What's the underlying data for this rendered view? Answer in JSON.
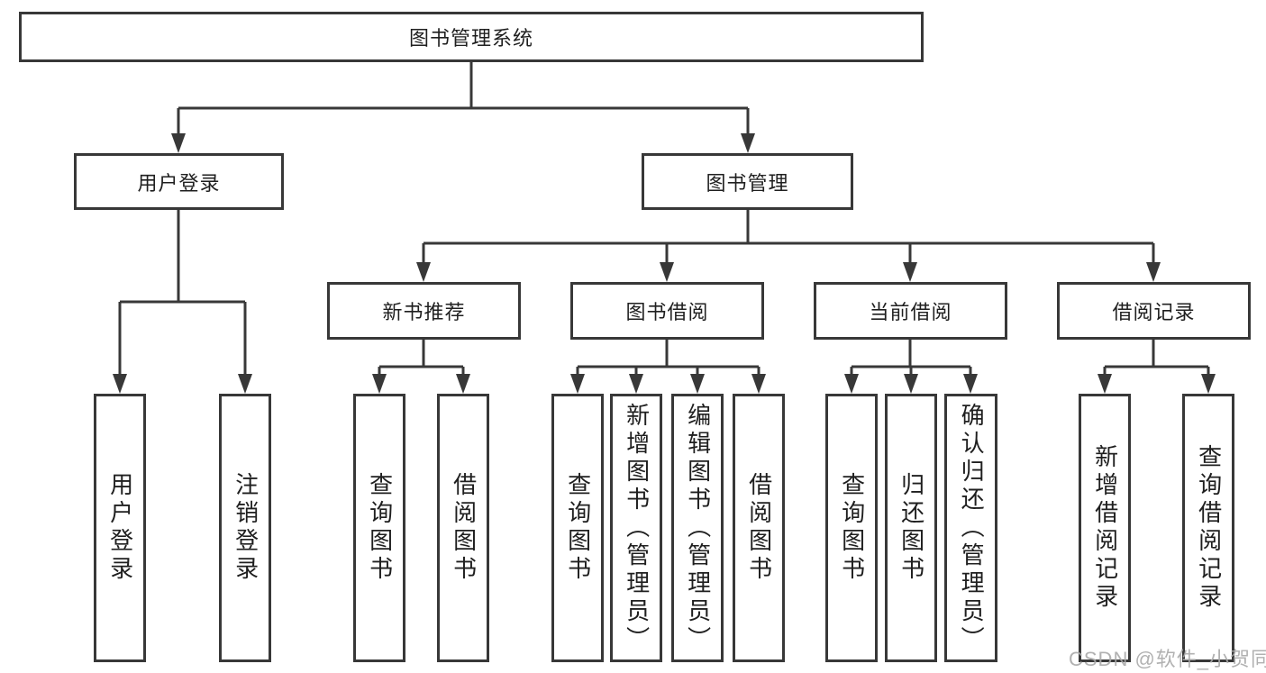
{
  "diagram": {
    "root": {
      "label": "图书管理系统"
    },
    "login": {
      "label": "用户登录",
      "children": [
        {
          "label": "用户登录"
        },
        {
          "label": "注销登录"
        }
      ]
    },
    "management": {
      "label": "图书管理",
      "children": [
        {
          "label": "新书推荐",
          "children": [
            {
              "label": "查询图书"
            },
            {
              "label": "借阅图书"
            }
          ]
        },
        {
          "label": "图书借阅",
          "children": [
            {
              "label": "查询图书"
            },
            {
              "label": "新增图书（管理员）"
            },
            {
              "label": "编辑图书（管理员）"
            },
            {
              "label": "借阅图书"
            }
          ]
        },
        {
          "label": "当前借阅",
          "children": [
            {
              "label": "查询图书"
            },
            {
              "label": "归还图书"
            },
            {
              "label": "确认归还（管理员）"
            }
          ]
        },
        {
          "label": "借阅记录",
          "children": [
            {
              "label": "新增借阅记录"
            },
            {
              "label": "查询借阅记录"
            }
          ]
        }
      ]
    }
  },
  "watermark": {
    "text": "CSDN @软件_小贺同学"
  },
  "colors": {
    "line": "#383838",
    "box_border": "#383838",
    "box_fill": "#ffffff",
    "text": "#1f1f1f",
    "watermark": "#a8a8a8"
  }
}
